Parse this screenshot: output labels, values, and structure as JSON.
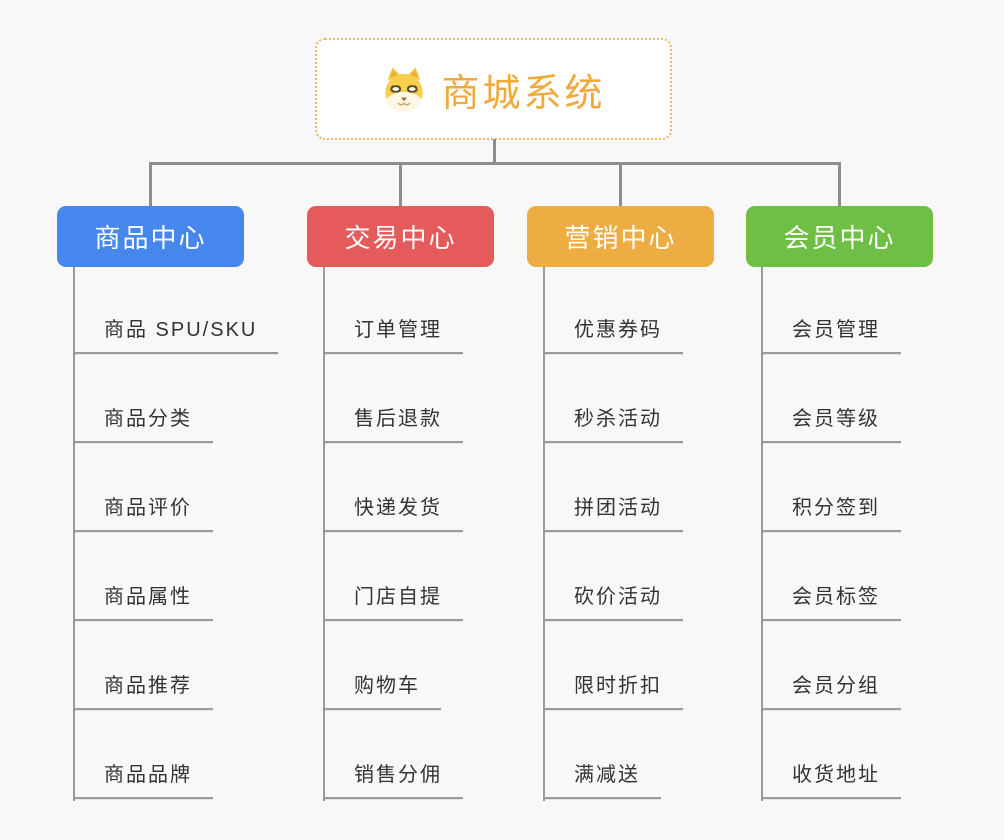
{
  "root": {
    "title": "商城系统",
    "icon": "dog-face-icon",
    "accent_color": "#F2A93C",
    "border_color": "#F2B264",
    "background": "#FFFFFF"
  },
  "branches": [
    {
      "label": "商品中心",
      "color": "#4687EE",
      "children": [
        "商品 SPU/SKU",
        "商品分类",
        "商品评价",
        "商品属性",
        "商品推荐",
        "商品品牌"
      ]
    },
    {
      "label": "交易中心",
      "color": "#E55B5B",
      "children": [
        "订单管理",
        "售后退款",
        "快递发货",
        "门店自提",
        "购物车",
        "销售分佣"
      ]
    },
    {
      "label": "营销中心",
      "color": "#EEAD42",
      "children": [
        "优惠券码",
        "秒杀活动",
        "拼团活动",
        "砍价活动",
        "限时折扣",
        "满减送"
      ]
    },
    {
      "label": "会员中心",
      "color": "#6FBE46",
      "children": [
        "会员管理",
        "会员等级",
        "积分签到",
        "会员标签",
        "会员分组",
        "收货地址"
      ]
    }
  ],
  "colors": {
    "connector": "#8E8E8E",
    "child_line": "#9B9B9B",
    "child_text": "#333333",
    "canvas_background": "#F8F8F8"
  }
}
